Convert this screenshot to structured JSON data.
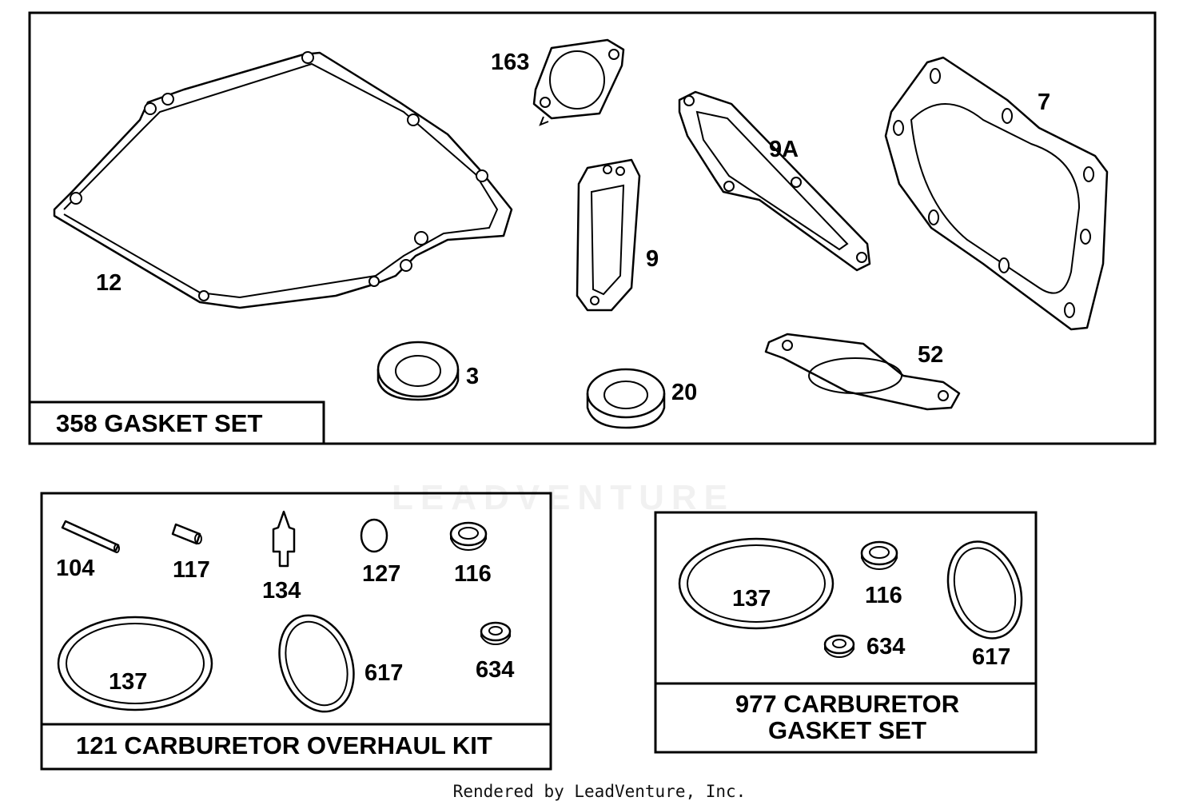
{
  "sections": {
    "gasket_set": {
      "title": "358 GASKET SET",
      "labels": {
        "p12": "12",
        "p163": "163",
        "p9": "9",
        "p9a": "9A",
        "p7": "7",
        "p3": "3",
        "p20": "20",
        "p52": "52"
      }
    },
    "overhaul_kit": {
      "title": "121 CARBURETOR OVERHAUL KIT",
      "labels": {
        "p104": "104",
        "p117": "117",
        "p134": "134",
        "p127": "127",
        "p116": "116",
        "p137": "137",
        "p617": "617",
        "p634": "634"
      }
    },
    "carb_gasket_set": {
      "title_line1": "977 CARBURETOR",
      "title_line2": "GASKET SET",
      "labels": {
        "p137": "137",
        "p116": "116",
        "p634": "634",
        "p617": "617"
      }
    }
  },
  "watermark": "LEADVENTURE",
  "footer": "Rendered by LeadVenture, Inc."
}
